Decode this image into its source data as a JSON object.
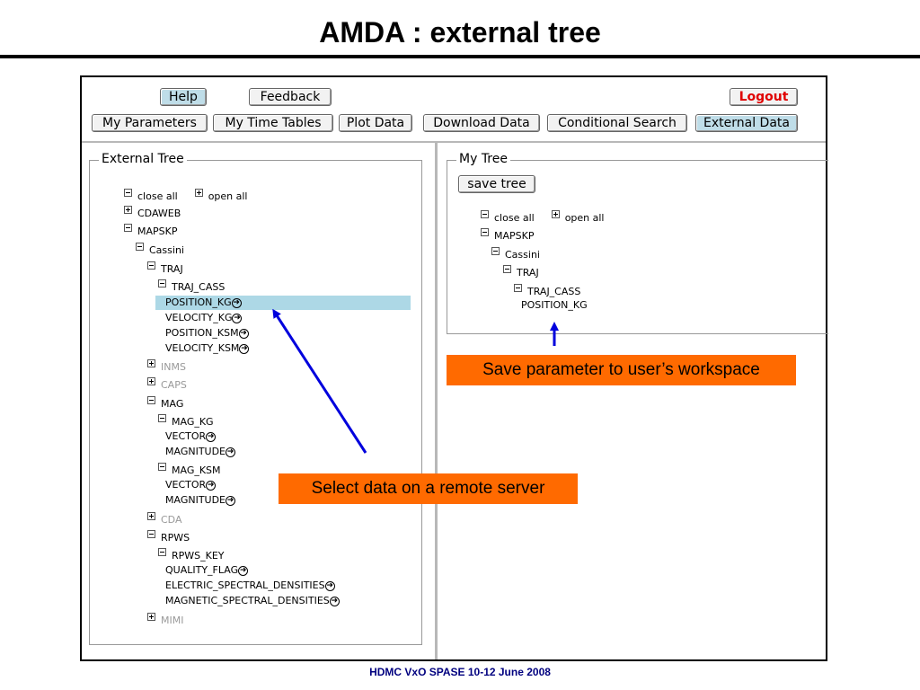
{
  "slide": {
    "title": "AMDA : external tree",
    "footer": "HDMC VxO SPASE 10-12 June 2008"
  },
  "toolbar": {
    "help": "Help",
    "feedback": "Feedback",
    "logout": "Logout",
    "my_parameters": "My Parameters",
    "my_time_tables": "My Time Tables",
    "plot_data": "Plot Data",
    "download_data": "Download Data",
    "conditional_search": "Conditional Search",
    "external_data": "External Data"
  },
  "external_tree": {
    "legend": "External Tree",
    "close_all": "close all",
    "open_all": "open all",
    "nodes": {
      "cdaweb": "CDAWEB",
      "mapskp": "MAPSKP",
      "cassini": "Cassini",
      "traj": "TRAJ",
      "traj_cass": "TRAJ_CASS",
      "position_kg": "POSITION_KG",
      "velocity_kg": "VELOCITY_KG",
      "position_ksm": "POSITION_KSM",
      "velocity_ksm": "VELOCITY_KSM",
      "inms": "INMS",
      "caps": "CAPS",
      "mag": "MAG",
      "mag_kg": "MAG_KG",
      "vector_kg": "VECTOR",
      "magnitude_kg": "MAGNITUDE",
      "mag_ksm": "MAG_KSM",
      "vector_ksm": "VECTOR",
      "magnitude_ksm": "MAGNITUDE",
      "cda": "CDA",
      "rpws": "RPWS",
      "rpws_key": "RPWS_KEY",
      "quality_flag": "QUALITY_FLAG",
      "electric": "ELECTRIC_SPECTRAL_DENSITIES",
      "magnetic": "MAGNETIC_SPECTRAL_DENSITIES",
      "mimi": "MIMI"
    }
  },
  "my_tree": {
    "legend": "My Tree",
    "save_tree": "save tree",
    "close_all": "close all",
    "open_all": "open all",
    "nodes": {
      "mapskp": "MAPSKP",
      "cassini": "Cassini",
      "traj": "TRAJ",
      "traj_cass": "TRAJ_CASS",
      "position_kg": "POSITION_KG"
    }
  },
  "callouts": {
    "save": "Save parameter to user’s workspace",
    "select": "Select data on a remote server"
  },
  "colors": {
    "callout": "#ff6a00",
    "arrow": "#0000dd",
    "selected_row": "#add8e6",
    "active_tab": "#bfdde8",
    "logout": "#e00000"
  },
  "icons": {
    "add": "arrow-right-circle-icon",
    "expand": "plus-box-icon",
    "collapse": "minus-box-icon"
  }
}
